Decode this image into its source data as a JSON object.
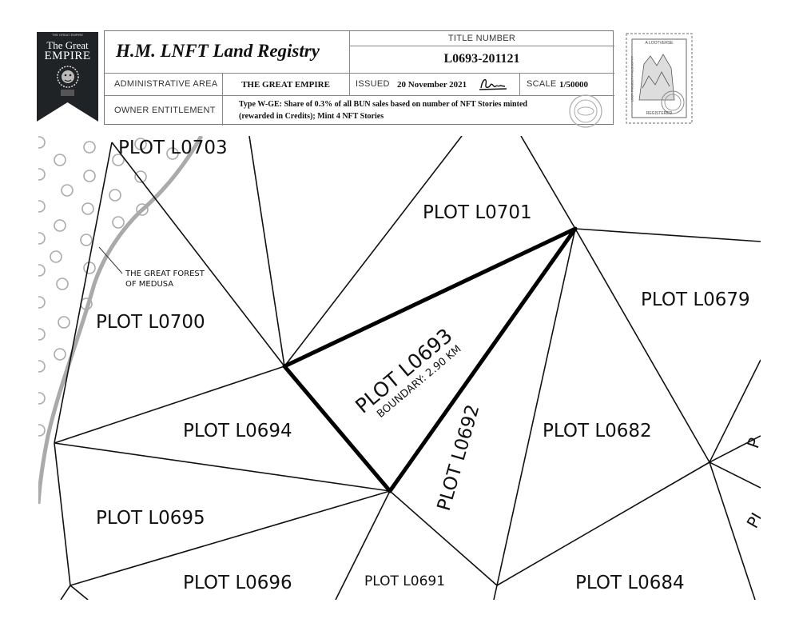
{
  "badge": {
    "line1": "The Great",
    "line2": "EMPIRE",
    "tiny": "THE GREAT EMPIRE"
  },
  "header": {
    "registry_title": "H.M. LNFT Land Registry",
    "title_number_label": "TITLE NUMBER",
    "title_number": "L0693-201121",
    "admin_area_label": "ADMINISTRATIVE AREA",
    "admin_area": "THE GREAT EMPIRE",
    "issued_label": "ISSUED",
    "issued_date": "20 November 2021",
    "scale_label": "SCALE",
    "scale_value": "1/50000",
    "owner_label": "OWNER ENTITLEMENT",
    "owner_line1": "Type W-GE: Share of 0.3% of all BUN sales based on number of NFT Stories minted",
    "owner_line2": "(rewarded in Credits); Mint 4 NFT Stories"
  },
  "stamp": {
    "top_text": "A LOOTVERSE",
    "side_text": "LOOT PROJECT PHILOSOPHY",
    "bottom_text": "REGISTERED"
  },
  "map": {
    "forest_label_1": "THE GREAT FOREST",
    "forest_label_2": "OF MEDUSA",
    "plots": {
      "l0703": "PLOT L0703",
      "l0701": "PLOT L0701",
      "l0700": "PLOT L0700",
      "l0679": "PLOT L0679",
      "l0693": "PLOT L0693",
      "boundary": "BOUNDARY: 2.90 KM",
      "l0692": "PLOT L0692",
      "l0694": "PLOT L0694",
      "l0682": "PLOT L0682",
      "l0695": "PLOT L0695",
      "l0696": "PLOT L0696",
      "l0691": "PLOT L0691",
      "l0684": "PLOT L0684"
    }
  }
}
